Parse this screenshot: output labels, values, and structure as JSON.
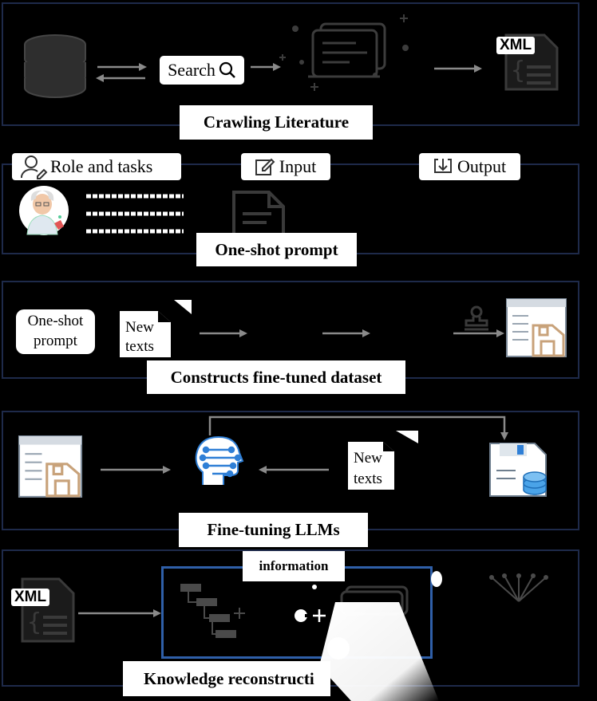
{
  "sections": {
    "crawling": {
      "title": "Crawling Literature",
      "search_label": "Search",
      "xml_label": "XML"
    },
    "prompt": {
      "title": "One-shot prompt",
      "role_label": "Role and tasks",
      "input_label": "Input",
      "output_label": "Output"
    },
    "dataset": {
      "title": "Constructs fine-tuned dataset",
      "prompt_box": [
        "One-shot",
        "prompt"
      ],
      "doc_text": [
        "New",
        "texts"
      ]
    },
    "finetune": {
      "title": "Fine-tuning LLMs",
      "doc_text": [
        "New",
        "texts"
      ]
    },
    "knowledge": {
      "title": "Knowledge reconstructi",
      "info_label": "information",
      "xml_label": "XML"
    }
  },
  "colors": {
    "panel_border": "#1e2a4a",
    "icon_gray": "#3a3a3a",
    "accent_tan": "#c8a27a",
    "accent_blue": "#2f7fd6"
  }
}
